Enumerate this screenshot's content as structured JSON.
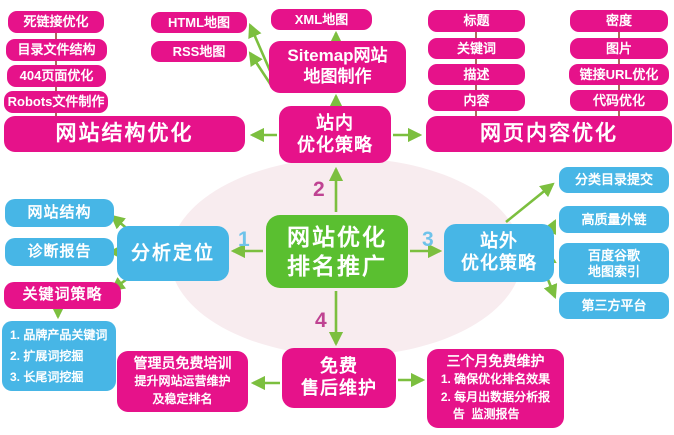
{
  "colors": {
    "node_pink": "#e6128a",
    "node_blue": "#47b6e6",
    "node_green": "#5abf30",
    "arrow_green": "#7cbf3f",
    "connector_line": "#944236",
    "number_blue": "#6fc3ea",
    "number_pink": "#bf4392",
    "background_circle": "#f8ecef"
  },
  "center": {
    "label": "网站优化\n排名推广"
  },
  "branch1": {
    "number": "1",
    "hub": "分析定位",
    "items": [
      "网站结构",
      "诊断报告",
      "关键词策略"
    ],
    "detail": "1. 品牌产品关键词\n2. 扩展词挖掘\n3. 长尾词挖掘"
  },
  "branch2": {
    "number": "2",
    "hub": "站内\n优化策略",
    "site_structure": {
      "hub": "网站结构优化",
      "items": [
        "死链接优化",
        "目录文件结构",
        "404页面优化",
        "Robots文件制作"
      ]
    },
    "sitemap": {
      "hub": "Sitemap网站\n地图制作",
      "items": [
        "HTML地图",
        "RSS地图",
        "XML地图"
      ]
    },
    "page_content": {
      "hub": "网页内容优化",
      "items_left": [
        "标题",
        "关键词",
        "描述",
        "内容"
      ],
      "items_right": [
        "密度",
        "图片",
        "链接URL优化",
        "代码优化"
      ]
    }
  },
  "branch3": {
    "number": "3",
    "hub": "站外\n优化策略",
    "items": [
      "分类目录提交",
      "高质量外链",
      "百度谷歌\n地图索引",
      "第三方平台"
    ]
  },
  "branch4": {
    "number": "4",
    "hub": "免费\n售后维护",
    "training": {
      "title": "管理员免费培训",
      "body": "提升网站运营维护\n及稳定排名"
    },
    "maintenance": {
      "title": "三个月免费维护",
      "body": "1. 确保优化排名效果\n2. 每月出数据分析报\n　告  监测报告"
    }
  }
}
